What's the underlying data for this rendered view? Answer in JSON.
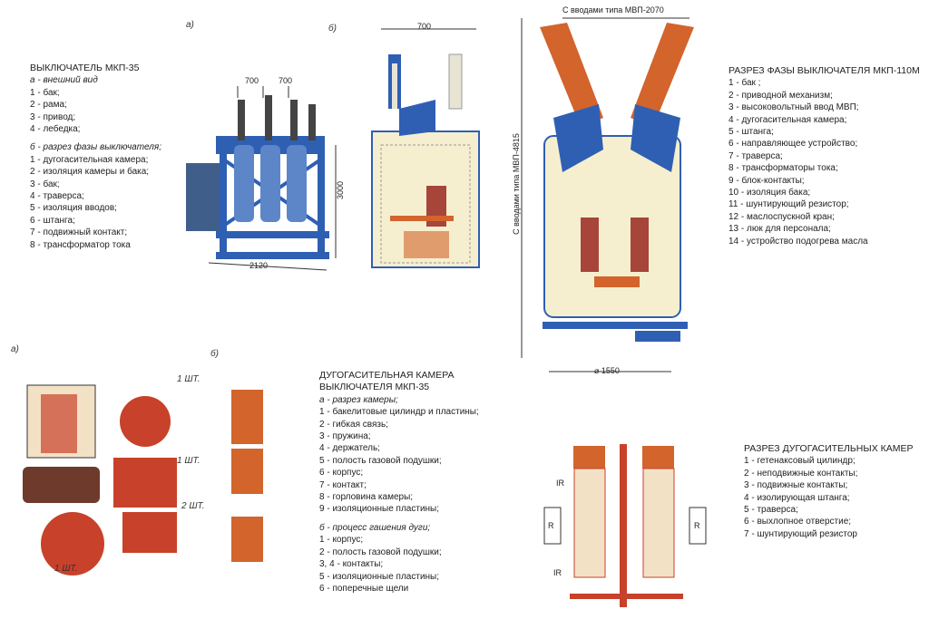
{
  "colors": {
    "blue": "#2f5fb3",
    "orange": "#d2642c",
    "red": "#c8412a",
    "cream": "#f6efcf",
    "gray": "#9aa3b0",
    "dark": "#3a3a3a"
  },
  "block1": {
    "title": "ВЫКЛЮЧАТЕЛЬ МКП-35",
    "sub_a": "а - внешний вид",
    "items_a": [
      "1 - бак;",
      "2 - рама;",
      "3 - привод;",
      "4 - лебедка;"
    ],
    "sub_b": "б - разрез фазы выключателя;",
    "items_b": [
      "1 - дугогасительная камера;",
      "2 - изоляция камеры и бака;",
      "3 - бак;",
      "4 - траверса;",
      "5 - изоляция вводов;",
      "6 - штанга;",
      "7 - подвижный контакт;",
      "8 - трансформатор тока"
    ]
  },
  "block2": {
    "title": "РАЗРЕЗ ФАЗЫ ВЫКЛЮЧАТЕЛЯ МКП-110М",
    "items": [
      "1 - бак ;",
      "2 - приводной механизм;",
      "3 - высоковольтный ввод МВП;",
      "4 - дугогасительная камера;",
      "5 - штанга;",
      "6 - направляющее устройство;",
      "7 - траверса;",
      "8 - трансформаторы тока;",
      "9 - блок-контакты;",
      "10 - изоляция бака;",
      "11 - шунтирующий резистор;",
      "12 - маслоспускной кран;",
      "13 - люк для персонала;",
      "14 - устройство подогрева масла"
    ]
  },
  "block3": {
    "title1": "ДУГОГАСИТЕЛЬНАЯ КАМЕРА",
    "title2": "ВЫКЛЮЧАТЕЛЯ МКП-35",
    "sub_a": "а - разрез камеры;",
    "items_a": [
      "1 - бакелитовые цилиндр и пластины;",
      "2 - гибкая связь;",
      "3 - пружина;",
      "4 - держатель;",
      "5 - полость газовой подушки;",
      "6 - корпус;",
      "7 - контакт;",
      "8 - горловина камеры;",
      "9 - изоляционные пластины;"
    ],
    "sub_b": "б - процесс гашения дуги;",
    "items_b": [
      "1 - корпус;",
      "2 - полость газовой подушки;",
      "3, 4 - контакты;",
      "5 - изоляционные пластины;",
      "6 - поперечные щели"
    ]
  },
  "block4": {
    "title": "РАЗРЕЗ ДУГОГАСИТЕЛЬНЫХ КАМЕР",
    "items": [
      "1 - гетенаксовый цилиндр;",
      "2 - неподвижные контакты;",
      "3 - подвижные контакты;",
      "4 - изолирующая штанга;",
      "5 - траверса;",
      "6 - выхлопное отверстие;",
      "7 - шунтирующий резистор"
    ]
  },
  "fig": {
    "a": "а)",
    "b": "б)"
  },
  "dims": {
    "d700a": "700",
    "d700b": "700",
    "d700c": "700",
    "d2120": "2120",
    "d3000": "3000",
    "d1550": "⌀ 1550",
    "top_note": "С вводами типа МВП-2070",
    "side_note": "С вводами типа МВП-4815"
  },
  "qty": {
    "q1": "1 ШТ.",
    "q2": "1 ШТ.",
    "q3": "2 ШТ.",
    "q4": "1 ШТ."
  },
  "sym": {
    "IR": "IR",
    "R": "R"
  }
}
